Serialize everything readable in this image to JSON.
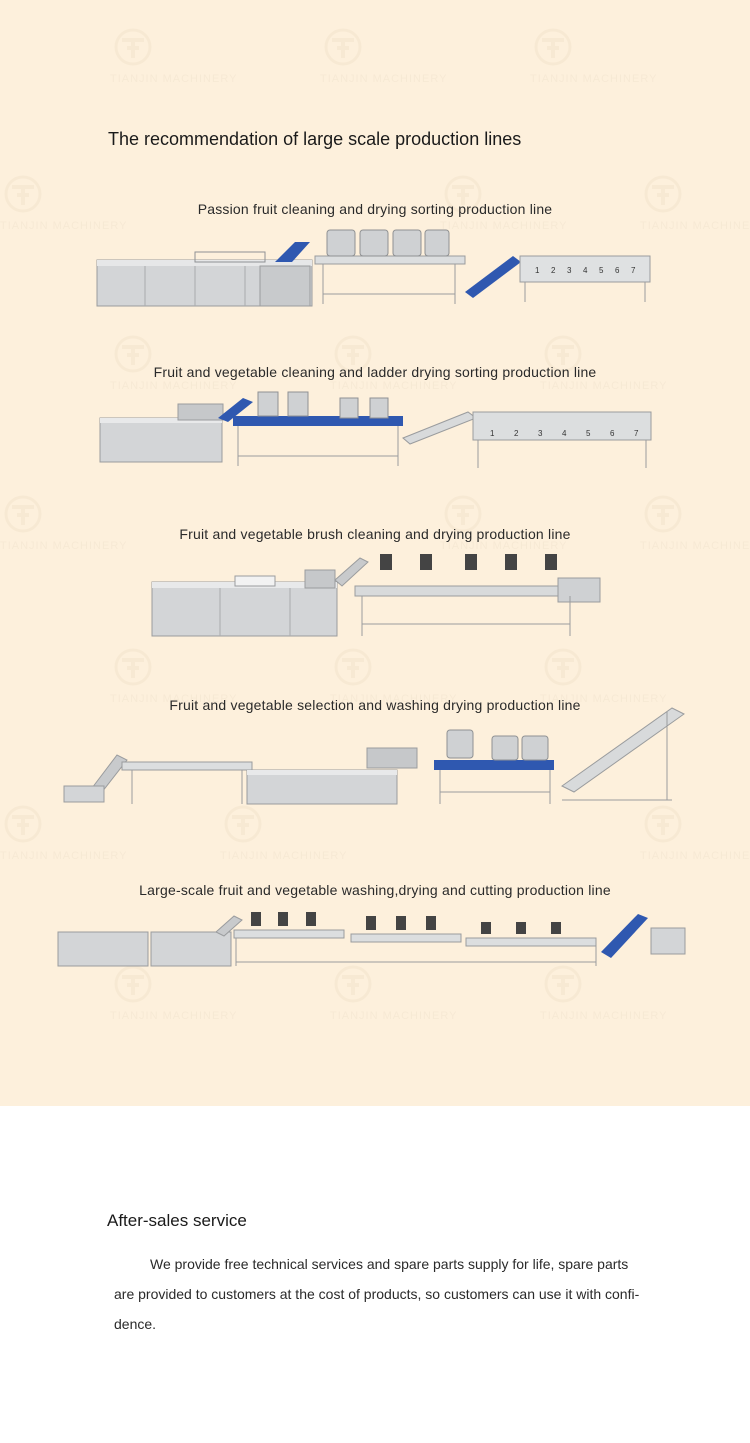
{
  "watermark": {
    "text": "TIANJIN MACHINERY"
  },
  "section_title": "The recommendation of large scale production lines",
  "lines": [
    {
      "caption": "Passion fruit cleaning and drying sorting production line",
      "grader_numbers": [
        "1",
        "2",
        "3",
        "4",
        "5",
        "6",
        "7"
      ]
    },
    {
      "caption": "Fruit and vegetable cleaning and ladder drying sorting production line",
      "grader_numbers": [
        "1",
        "2",
        "3",
        "4",
        "5",
        "6",
        "7"
      ]
    },
    {
      "caption": "Fruit and vegetable brush cleaning and drying production line"
    },
    {
      "caption": "Fruit and vegetable selection and washing drying production line"
    },
    {
      "caption": "Large-scale fruit and vegetable washing,drying and cutting production line"
    }
  ],
  "after_sales": {
    "title": "After-sales service",
    "text": "We provide free technical services and spare parts supply for life, spare parts are provided to customers at the cost of products, so customers can use it with confi-dence."
  },
  "colors": {
    "background_top": "#fdf0dc",
    "steel": "#c9cbcd",
    "conveyor_blue": "#2f58b0"
  }
}
